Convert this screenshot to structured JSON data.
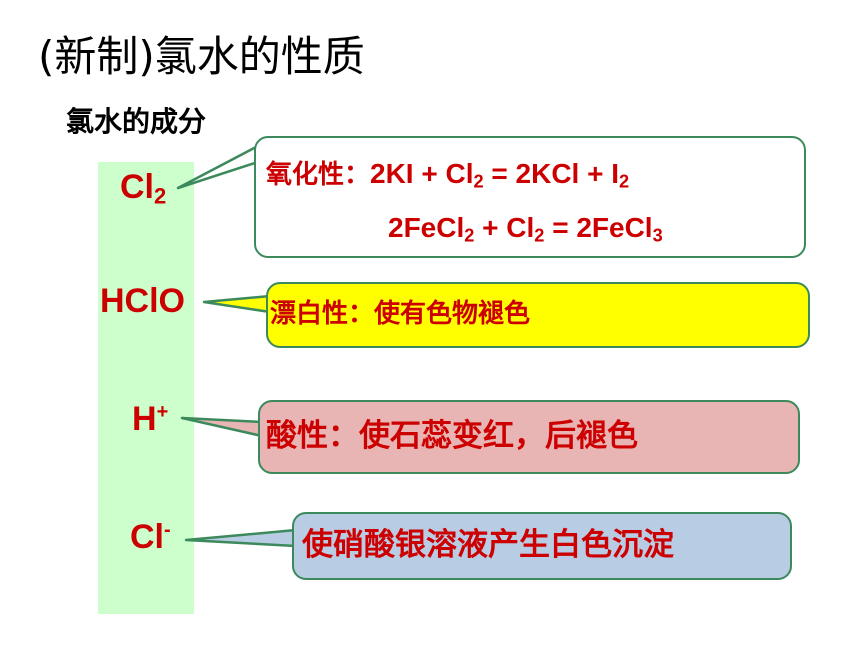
{
  "title": "(新制)氯水的性质",
  "subtitle": "氯水的成分",
  "ions": {
    "cl2": {
      "base": "Cl",
      "sub": "2"
    },
    "hclo": {
      "base": "HClO"
    },
    "h": {
      "base": "H",
      "sup": "+"
    },
    "cl": {
      "base": "Cl",
      "sup": "-"
    }
  },
  "boxes": {
    "oxidizing": {
      "label": "氧化性：",
      "eq1": {
        "a": "2KI + Cl",
        "a_sub": "2",
        "b": " = 2KCl + I",
        "b_sub": "2"
      },
      "eq2": {
        "a": "2FeCl",
        "a_sub": "2",
        "b": " + Cl",
        "b_sub": "2",
        "c": " = 2FeCl",
        "c_sub": "3"
      },
      "bg": "#ffffff"
    },
    "bleaching": {
      "text": "漂白性：使有色物褪色",
      "bg": "#ffff00"
    },
    "acidic": {
      "text": "酸性：使石蕊变红，后褪色",
      "bg": "#e8b4b4"
    },
    "chloride": {
      "text": "使硝酸银溶液产生白色沉淀",
      "bg": "#b8cce4"
    }
  },
  "colors": {
    "accent_red": "#cc0000",
    "border_green": "#3c8a5c",
    "strip_green": "#ccffcc"
  }
}
